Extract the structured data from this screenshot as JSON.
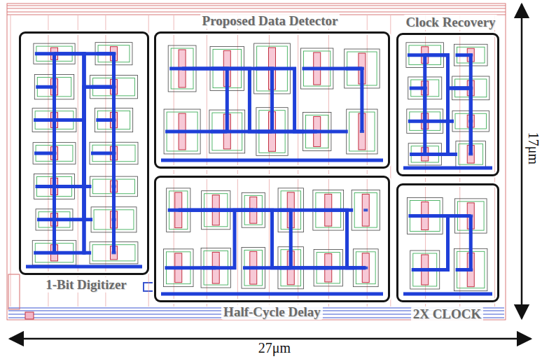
{
  "diagram": {
    "nodes": [
      {
        "text": [
          "1-Bit Digitizer"
        ]
      },
      {
        "text": [
          "Proposed Data Detector"
        ]
      },
      {
        "text": [
          "Clock Recovery"
        ]
      },
      {
        "text": [
          "Half-Cycle Delay"
        ]
      },
      {
        "text": [
          "2X CLOCK"
        ]
      }
    ],
    "labels": [
      "27μm",
      "17μm"
    ]
  }
}
